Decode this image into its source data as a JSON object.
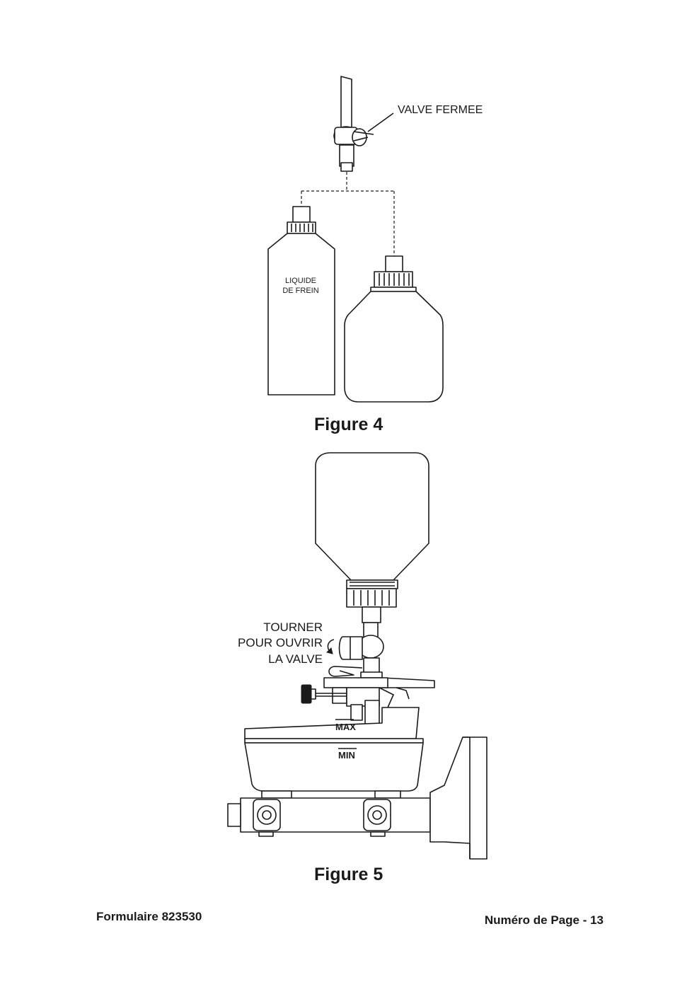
{
  "figure4": {
    "valve_label": "VALVE FERMEE",
    "bottle_label_line1": "LIQUIDE",
    "bottle_label_line2": "DE FREIN",
    "caption": "Figure 4"
  },
  "figure5": {
    "instruction_line1": "TOURNER",
    "instruction_line2": "POUR OUVRIR",
    "instruction_line3": "LA VALVE",
    "max_mark": "MAX",
    "min_mark": "MIN",
    "caption": "Figure 5"
  },
  "footer": {
    "form_number": "Formulaire 823530",
    "page_number": "Numéro de Page - 13"
  }
}
